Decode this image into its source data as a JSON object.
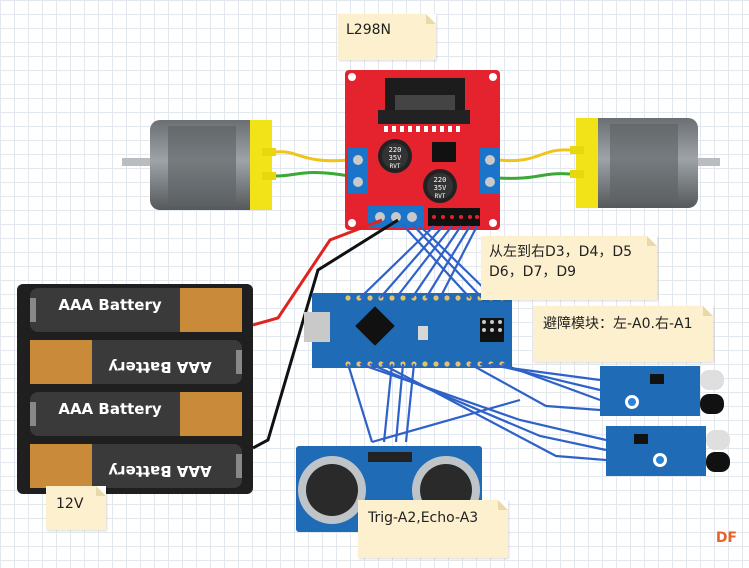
{
  "notes": {
    "driver": "L298N",
    "pins_line1": "从左到右D3，D4，D5",
    "pins_line2": "D6，D7，D9",
    "sensors": "避障模块：左-A0.右-A1",
    "ultrasonic": "Trig-A2,Echo-A3",
    "power": "12V"
  },
  "batteries": {
    "label": "AAA Battery"
  },
  "l298n": {
    "cap_value": "220",
    "cap_voltage": "35V",
    "cap_brand": "RVT"
  },
  "watermark": "DF",
  "colors": {
    "board_red": "#e5232f",
    "arduino_blue": "#1f6bb5",
    "wire_blue": "#2f62c8",
    "wire_red": "#e0231d",
    "wire_black": "#111111",
    "wire_yellow": "#f0c419",
    "wire_green": "#3aa935",
    "note_bg": "#fdf0cf"
  }
}
